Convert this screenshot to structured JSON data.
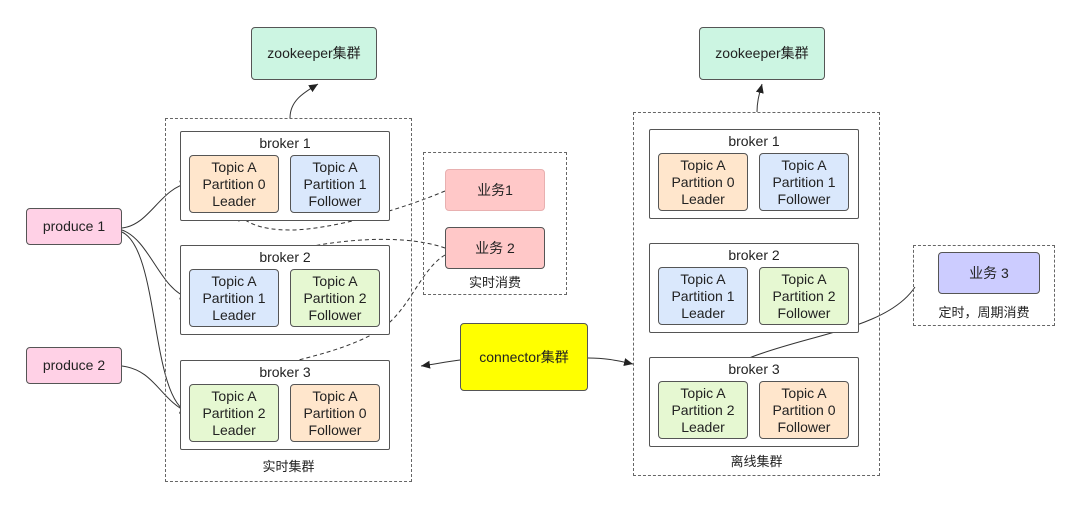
{
  "left": {
    "zookeeper": "zookeeper集群",
    "cluster_label": "实时集群",
    "brokers": [
      {
        "title": "broker 1",
        "partitions": [
          {
            "l1": "Topic A",
            "l2": "Partition 0",
            "l3": "Leader",
            "color": "#ffe6cc"
          },
          {
            "l1": "Topic A",
            "l2": "Partition 1",
            "l3": "Follower",
            "color": "#dae8fc"
          }
        ]
      },
      {
        "title": "broker 2",
        "partitions": [
          {
            "l1": "Topic A",
            "l2": "Partition 1",
            "l3": "Leader",
            "color": "#dae8fc"
          },
          {
            "l1": "Topic A",
            "l2": "Partition 2",
            "l3": "Follower",
            "color": "#e6f8d2"
          }
        ]
      },
      {
        "title": "broker 3",
        "partitions": [
          {
            "l1": "Topic A",
            "l2": "Partition 2",
            "l3": "Leader",
            "color": "#e6f8d2"
          },
          {
            "l1": "Topic A",
            "l2": "Partition 0",
            "l3": "Follower",
            "color": "#ffe6cc"
          }
        ]
      }
    ]
  },
  "right": {
    "zookeeper": "zookeeper集群",
    "cluster_label": "离线集群",
    "brokers": [
      {
        "title": "broker 1",
        "partitions": [
          {
            "l1": "Topic A",
            "l2": "Partition 0",
            "l3": "Leader",
            "color": "#ffe6cc"
          },
          {
            "l1": "Topic A",
            "l2": "Partition 1",
            "l3": "Follower",
            "color": "#dae8fc"
          }
        ]
      },
      {
        "title": "broker 2",
        "partitions": [
          {
            "l1": "Topic A",
            "l2": "Partition 1",
            "l3": "Leader",
            "color": "#dae8fc"
          },
          {
            "l1": "Topic A",
            "l2": "Partition 2",
            "l3": "Follower",
            "color": "#e6f8d2"
          }
        ]
      },
      {
        "title": "broker 3",
        "partitions": [
          {
            "l1": "Topic A",
            "l2": "Partition 2",
            "l3": "Leader",
            "color": "#e6f8d2"
          },
          {
            "l1": "Topic A",
            "l2": "Partition 0",
            "l3": "Follower",
            "color": "#ffe6cc"
          }
        ]
      }
    ]
  },
  "producers": [
    "produce 1",
    "produce 2"
  ],
  "realtime_consumers": {
    "items": [
      "业务1",
      "业务 2"
    ],
    "label": "实时消费"
  },
  "periodic_consumer": {
    "item": "业务 3",
    "label": "定时，周期消费"
  },
  "connector": "connector集群",
  "colors": {
    "leader_orange": "#ffe6cc",
    "partition_blue": "#dae8fc",
    "partition_green": "#e6f8d2",
    "zookeeper_mint": "#ccf5e2",
    "producer_pink": "#ffd1e6",
    "consumer_salmon": "#ffc8c8",
    "consumer_purple": "#ccccff",
    "connector_yellow": "#ffff00"
  }
}
